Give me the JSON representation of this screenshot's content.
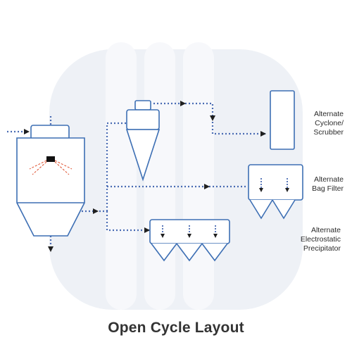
{
  "labels": {
    "cyclone_line1": "Alternate",
    "cyclone_line2": "Cyclone/",
    "cyclone_line3": "Scrubber",
    "bag_line1": "Alternate",
    "bag_line2": "Bag Filter",
    "esp_line1": "Alternate",
    "esp_line2": "Electrostatic",
    "esp_line3": "Precipitator"
  },
  "title": "Open Cycle Layout",
  "colors": {
    "outline": "#3d6fb4",
    "flow": "#4a6cb3",
    "arrow": "#1f1f1f",
    "spray": "#e05a3a",
    "watermark": "#eef1f6",
    "text": "#2b2b2b"
  }
}
